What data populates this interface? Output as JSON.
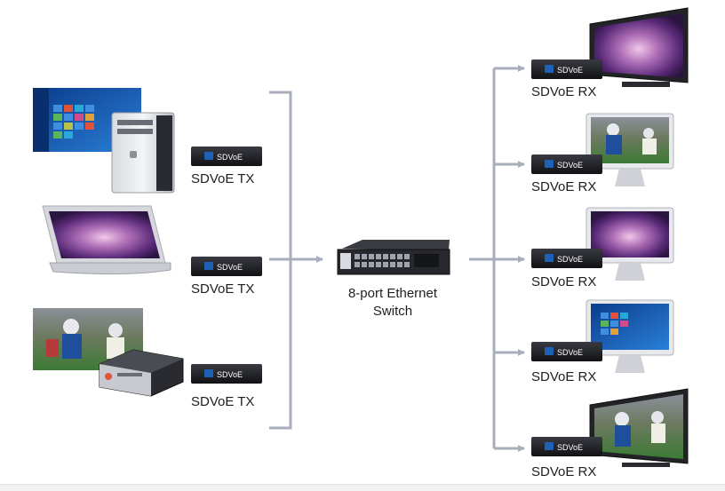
{
  "sources": {
    "tx_label": "SDVoE TX",
    "box_brand": "SDVoE",
    "items": [
      {
        "device": "desktop-pc-with-windows-monitor"
      },
      {
        "device": "laptop"
      },
      {
        "device": "media-player-with-football-image"
      }
    ]
  },
  "switch": {
    "label_line1": "8-port Ethernet",
    "label_line2": "Switch"
  },
  "displays": {
    "rx_label": "SDVoE RX",
    "box_brand": "SDVoE",
    "items": [
      {
        "screen": "purple-nebula"
      },
      {
        "screen": "football"
      },
      {
        "screen": "purple-nebula"
      },
      {
        "screen": "windows-desktop"
      },
      {
        "screen": "football"
      }
    ]
  },
  "colors": {
    "connector": "#a9aebd",
    "box": "#1c1d22",
    "box_badge": "#1e62b8",
    "nebula": "#7a3b8f",
    "windows_blue": "#1d5fb8",
    "field_green": "#3e8a3a"
  }
}
